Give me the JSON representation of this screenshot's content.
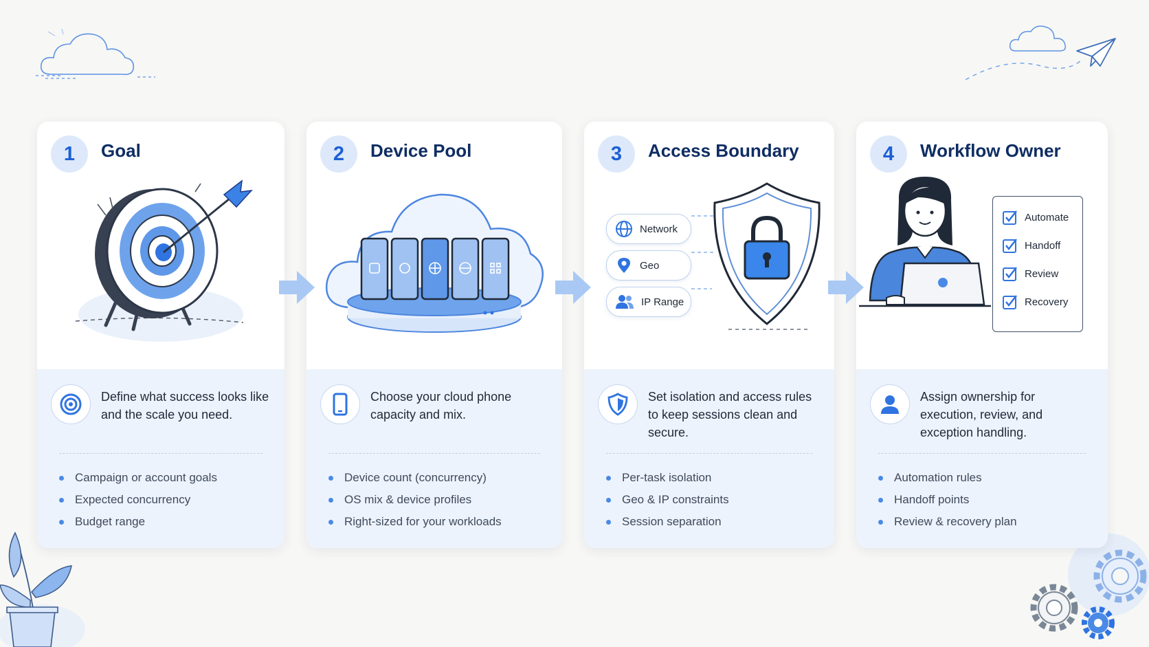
{
  "steps": [
    {
      "number": "1",
      "title": "Goal",
      "description": "Define what success looks like and the scale you need.",
      "bullets": [
        "Campaign or account goals",
        "Expected concurrency",
        "Budget range"
      ]
    },
    {
      "number": "2",
      "title": "Device Pool",
      "description": "Choose your cloud phone capacity and mix.",
      "bullets": [
        "Device count (concurrency)",
        "OS mix & device profiles",
        "Right-sized for your workloads"
      ]
    },
    {
      "number": "3",
      "title": "Access Boundary",
      "description": "Set isolation and access rules to keep sessions clean and secure.",
      "bullets": [
        "Per-task isolation",
        "Geo & IP constraints",
        "Session separation"
      ],
      "pills": [
        "Network",
        "Geo",
        "IP Range"
      ]
    },
    {
      "number": "4",
      "title": "Workflow Owner",
      "description": "Assign ownership for execution, review, and exception handling.",
      "bullets": [
        "Automation rules",
        "Handoff points",
        "Review & recovery plan"
      ],
      "checklist": [
        "Automate",
        "Handoff",
        "Review",
        "Recovery"
      ]
    }
  ],
  "icons": {
    "step1_illustration": "archery-target-icon",
    "step2_illustration": "cloud-phone-pool-icon",
    "step3_illustration": "shield-lock-icon",
    "step4_illustration": "person-laptop-icon",
    "step1_desc": "target-icon",
    "step2_desc": "smartphone-icon",
    "step3_desc": "shield-icon",
    "step4_desc": "user-icon",
    "flow": "arrow-right-icon"
  },
  "colors": {
    "accent": "#2f74e0",
    "title": "#0f2d63",
    "card_bottom": "#edf3fc",
    "badge": "#dde9fa"
  }
}
